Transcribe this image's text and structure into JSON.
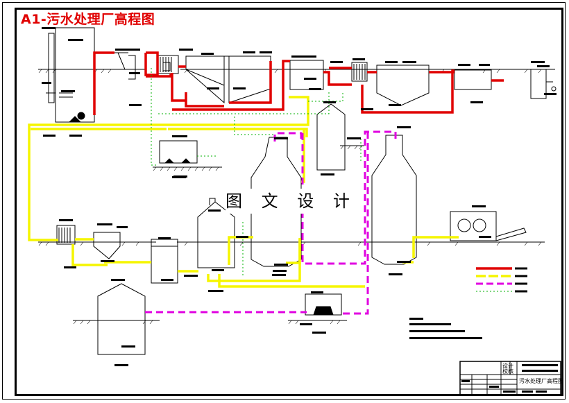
{
  "drawing": {
    "title": "A1-污水处理厂高程图",
    "watermark": "图 文 设 计"
  },
  "title_block": {
    "drawing_name": "污水处理厂高程图",
    "designer_label": "设计",
    "checker_label": "校核"
  },
  "colors": {
    "sewage_line": "#e00000",
    "sludge_line": "#f5f500",
    "biogas_line": "#e000e0",
    "supernatant_line": "#00b000",
    "structure_outline": "#000000"
  }
}
